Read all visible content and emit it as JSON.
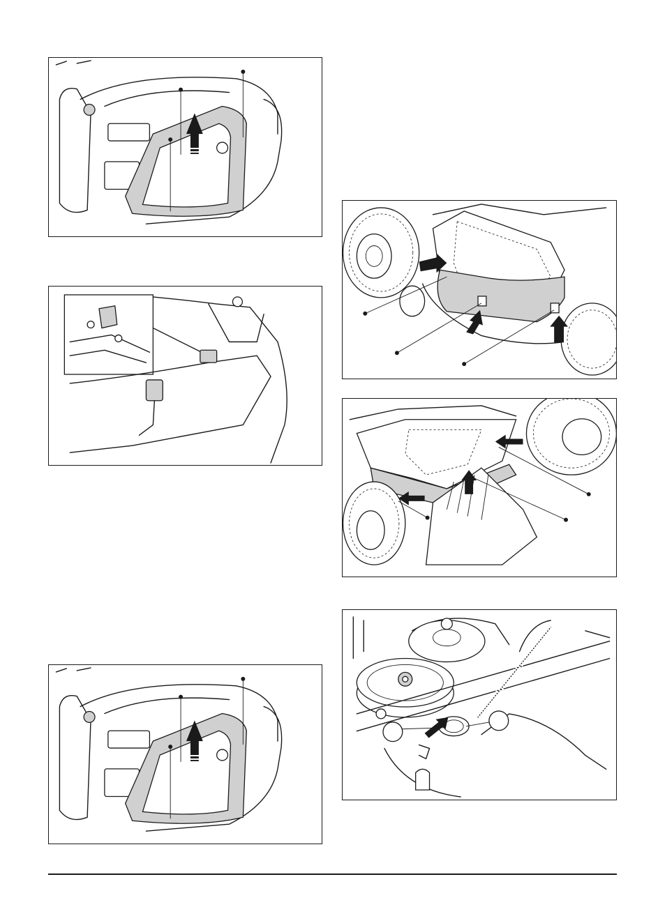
{
  "figures": [
    {
      "id": "fig-1",
      "icons": [
        "cover-panel",
        "screw",
        "lift-arrow"
      ]
    },
    {
      "id": "fig-2",
      "icons": [
        "connector",
        "detail-inset"
      ]
    },
    {
      "id": "fig-3",
      "icons": [
        "cover-panel",
        "screw",
        "lift-arrow"
      ]
    },
    {
      "id": "fig-4",
      "icons": [
        "mower-wheel",
        "deck-cover",
        "push-arrow",
        "screw"
      ]
    },
    {
      "id": "fig-5",
      "icons": [
        "mower-wheel",
        "deck-cover",
        "push-arrow",
        "screw"
      ]
    },
    {
      "id": "fig-6",
      "icons": [
        "pulley",
        "spring",
        "push-arrow",
        "callout"
      ]
    }
  ],
  "colors": {
    "ink": "#1a1a1a",
    "fill": "#d0d0d0",
    "paper": "#ffffff"
  }
}
